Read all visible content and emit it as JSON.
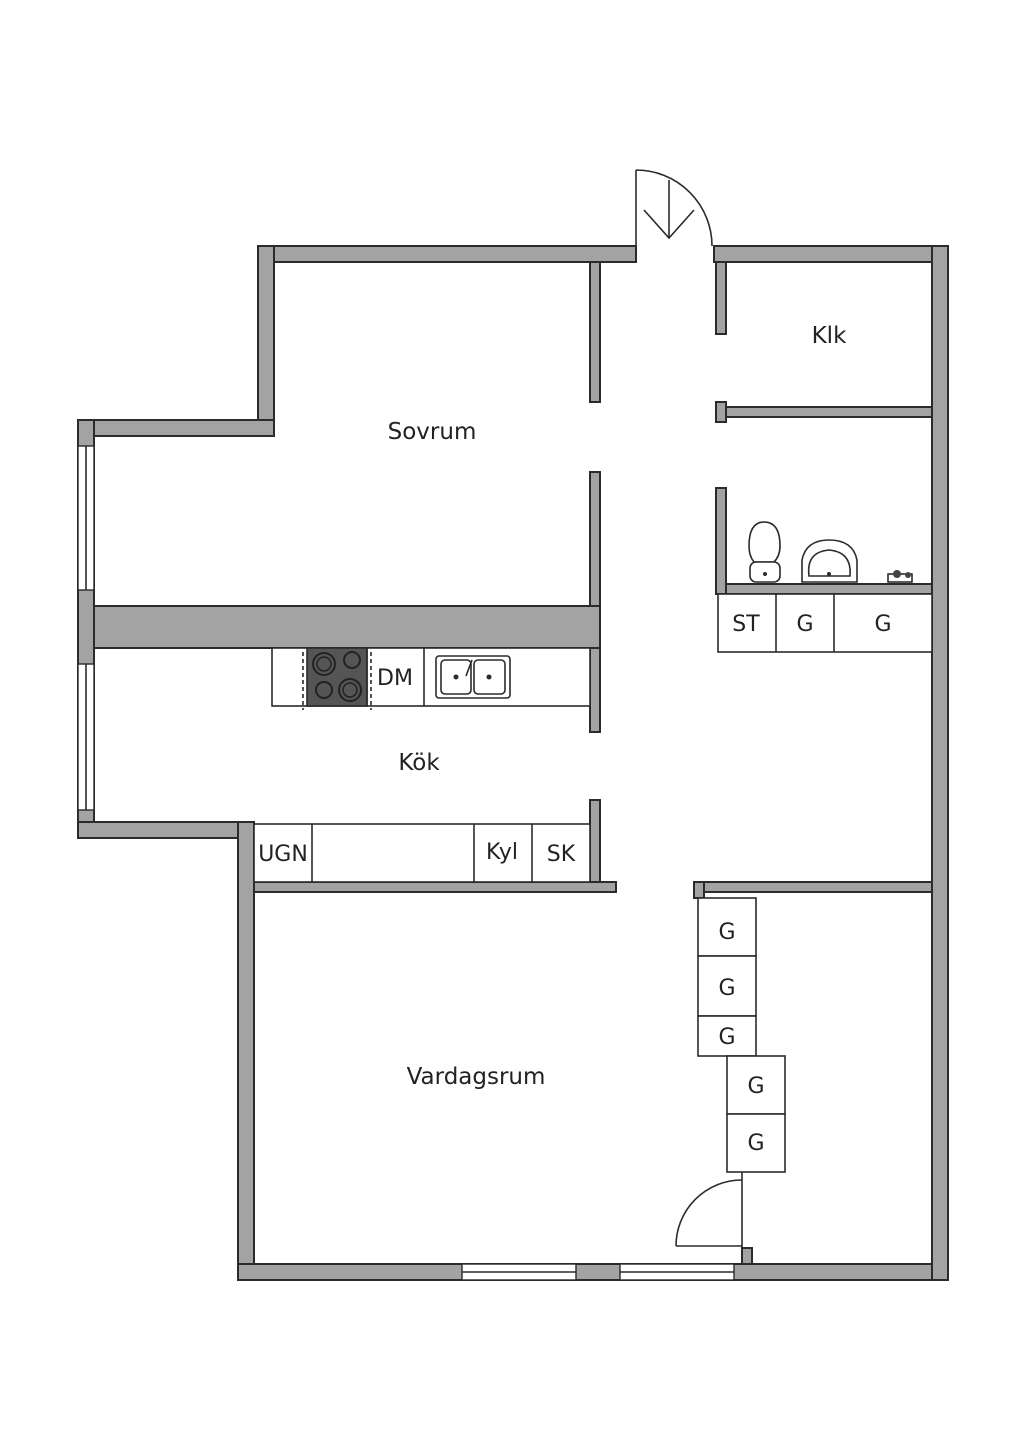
{
  "colors": {
    "wall": "#a3a3a3",
    "line": "#2b2b2b",
    "stove": "#555555",
    "background": "#ffffff"
  },
  "rooms": {
    "sovrum": "Sovrum",
    "klk": "Klk",
    "kok": "Kök",
    "vardagsrum": "Vardagsrum"
  },
  "fixtures": {
    "dishwasher": "DM",
    "oven": "UGN",
    "fridge": "Kyl",
    "cabinet_sk": "SK",
    "storage_st": "ST",
    "hall_wardrobe_1": "G",
    "hall_wardrobe_2": "G",
    "living_wardrobe_1": "G",
    "living_wardrobe_2": "G",
    "living_wardrobe_3": "G",
    "living_wardrobe_4": "G",
    "living_wardrobe_5": "G"
  },
  "icons": {
    "entrance": "entrance-arrow-icon",
    "stove": "stove-icon",
    "sink": "kitchen-sink-icon",
    "toilet": "toilet-icon",
    "washbasin": "washbasin-icon",
    "faucet": "faucet-icon"
  }
}
